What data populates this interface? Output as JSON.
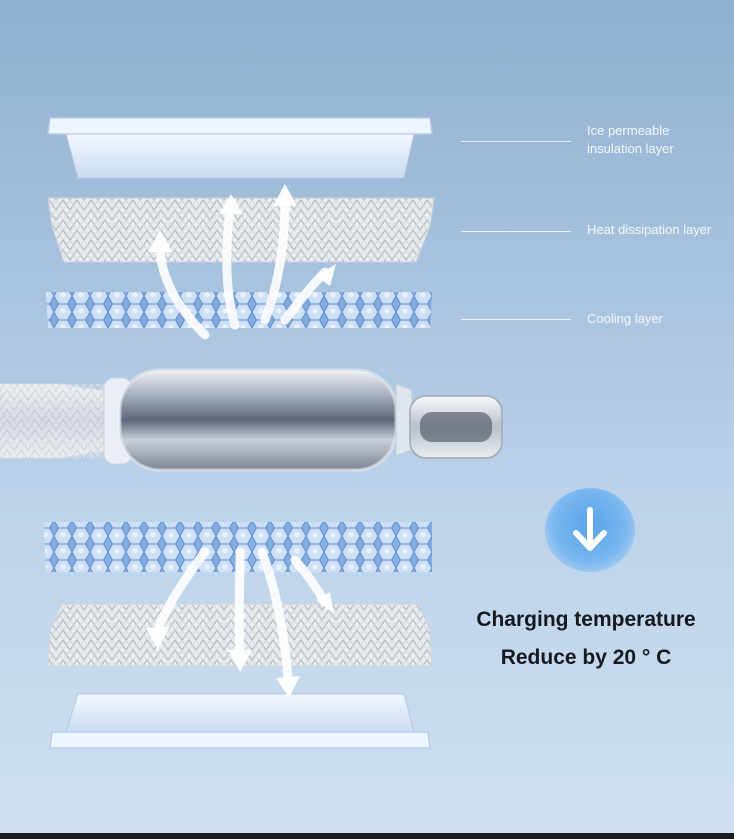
{
  "layers": {
    "ice_label": "Ice permeable\ninsulation layer",
    "heat_label": "Heat dissipation layer",
    "cooling_label": "Cooling layer"
  },
  "headline": {
    "line1": "Charging temperature",
    "line2": "Reduce by 20 ° C"
  },
  "icons": {
    "badge": "down-arrow-icon"
  },
  "colors": {
    "background_top": "#8fb0cf",
    "background_bottom": "#cfe0f1",
    "badge": "#5aa5ea",
    "headline_text": "#16191d",
    "label_text": "#f4f8fc"
  }
}
